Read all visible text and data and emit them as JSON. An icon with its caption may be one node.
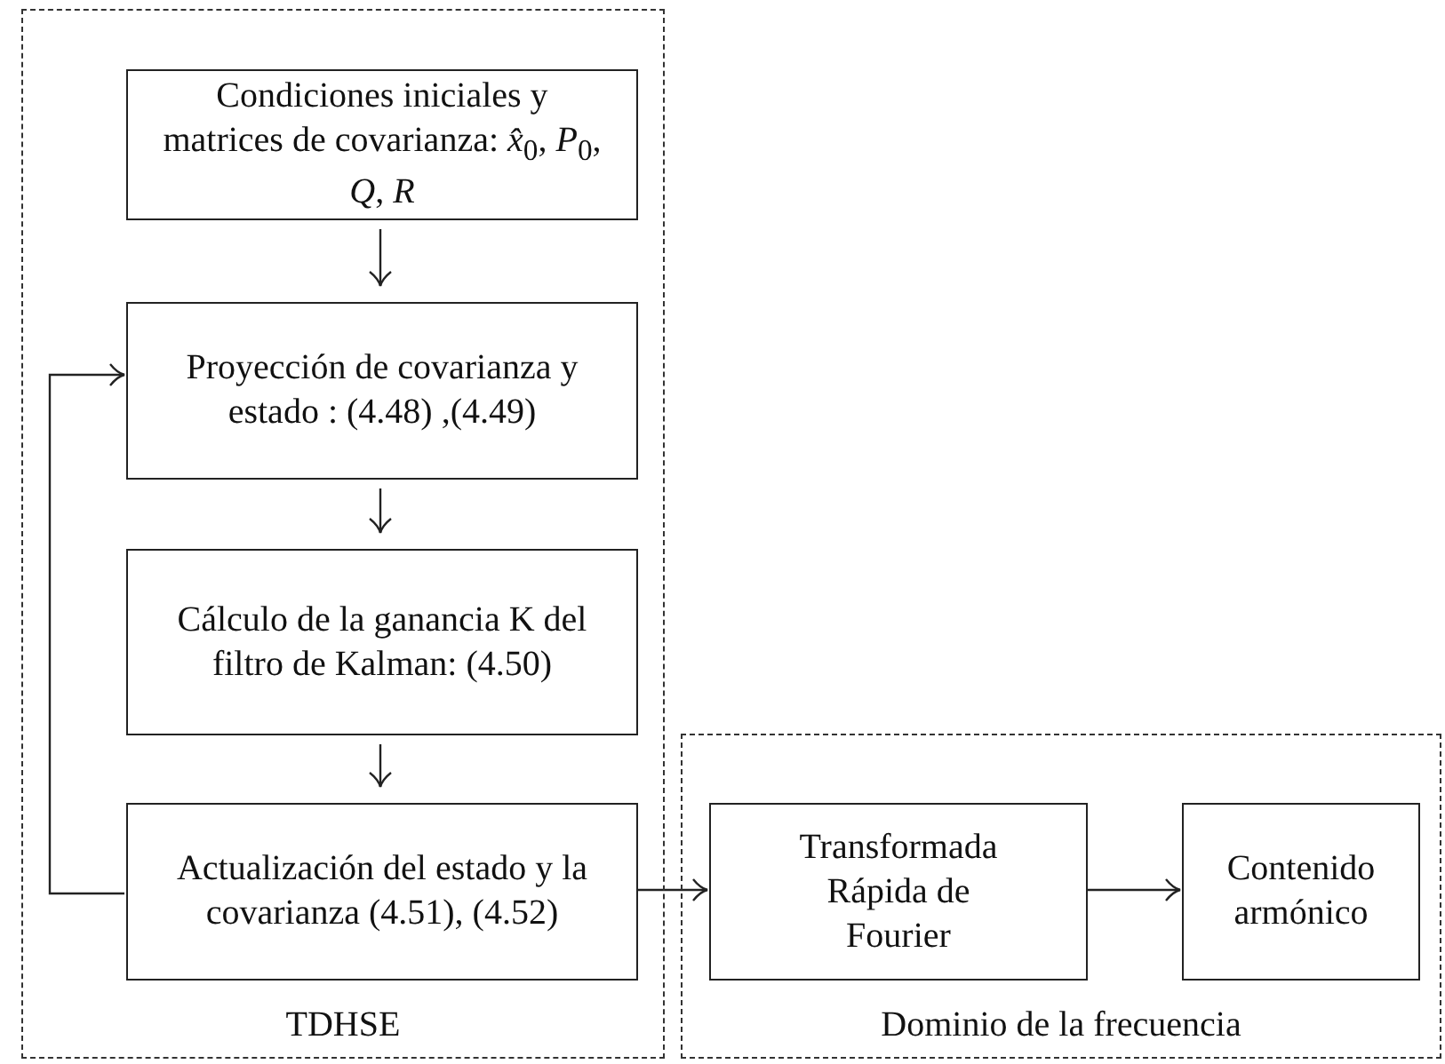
{
  "diagram": {
    "nodes": [
      {
        "text": [
          "TDHSE"
        ]
      },
      {
        "text": [
          "Condiciones iniciales y matrices de covarianza: *x̂*$_{0}$, *P*$_{0}$, *Q*, *R*"
        ],
        "in": 0
      },
      {
        "text": [
          "Proyección de covarianza y estado : (4.48) ,(4.49)"
        ],
        "in": 0
      },
      {
        "text": [
          "Cálculo de la ganancia K del filtro de Kalman: (4.50)"
        ],
        "in": 0
      },
      {
        "text": [
          "Actualización del estado y la covarianza (4.51), (4.52)"
        ],
        "in": 0
      },
      {
        "text": [
          "Dominio de la frecuencia"
        ]
      },
      {
        "text": [
          "Transformada Rápida de Fourier"
        ],
        "in": 5
      },
      {
        "text": [
          "Contenido armónico"
        ],
        "in": 5
      }
    ],
    "edges": [
      {
        "from": 1,
        "to": 2,
        "arrow": "to"
      },
      {
        "from": 2,
        "to": 3,
        "arrow": "to"
      },
      {
        "from": 3,
        "to": 4,
        "arrow": "to"
      },
      {
        "from": 4,
        "to": 2,
        "arrow": "to"
      },
      {
        "from": 4,
        "to": 6,
        "arrow": "to"
      },
      {
        "from": 6,
        "to": 7,
        "arrow": "to"
      }
    ]
  }
}
